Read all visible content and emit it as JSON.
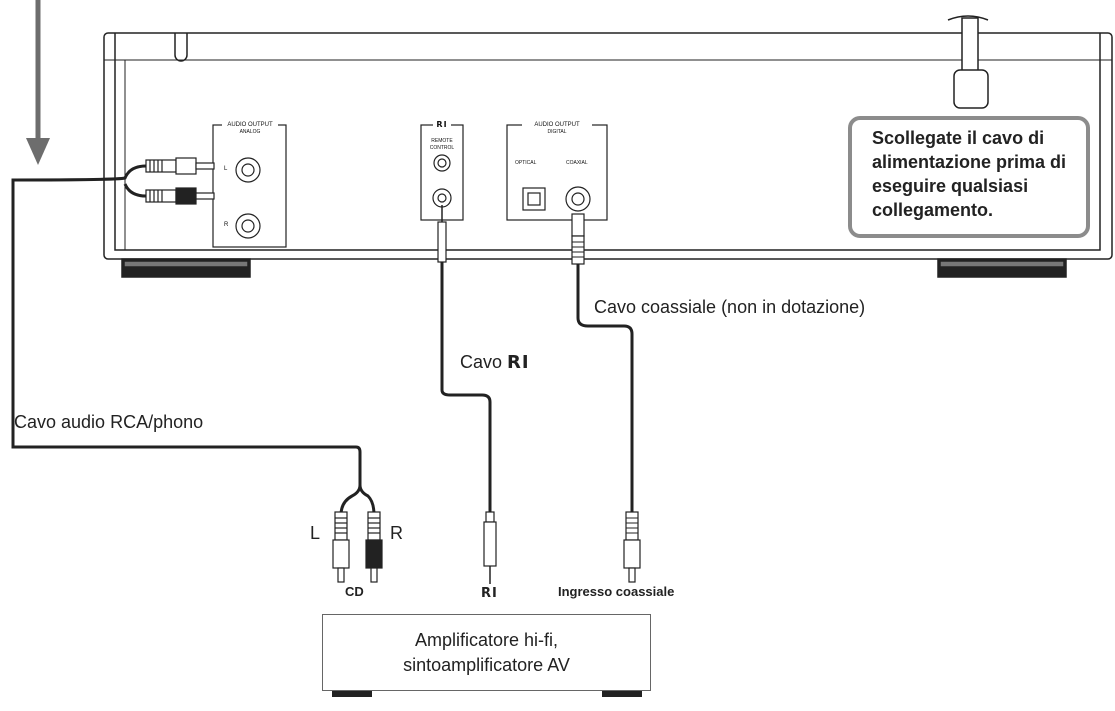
{
  "device_panel": {
    "analog_group": "AUDIO OUTPUT",
    "analog_sub": "ANALOG",
    "analog_left": "L",
    "analog_right": "R",
    "ri_group": "RI",
    "remote_control": "REMOTE\nCONTROL",
    "digital_group": "AUDIO OUTPUT",
    "digital_sub": "DIGITAL",
    "optical": "OPTICAL",
    "coaxial": "COAXIAL"
  },
  "warning": "Scollegate il cavo di alimentazione prima di eseguire qualsiasi collegamento.",
  "labels": {
    "coax_cable": "Cavo coassiale (non in dotazione)",
    "ri_cable_prefix": "Cavo",
    "ri_logo": "RI",
    "rca_cable": "Cavo audio RCA/phono",
    "plug_left": "L",
    "plug_right": "R",
    "cd_input": "CD",
    "ri_input": "RI",
    "coax_input": "Ingresso coassiale"
  },
  "amplifier": {
    "line1": "Amplificatore hi-fi,",
    "line2": "sintoamplificatore AV"
  },
  "colors": {
    "line": "#222222",
    "arrow": "#6d6d6d",
    "warning_border": "#8c8c8c"
  }
}
